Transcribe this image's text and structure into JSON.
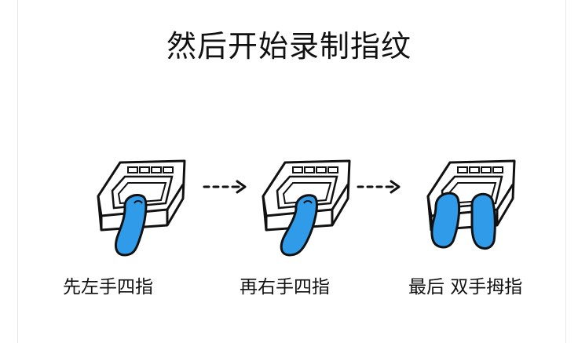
{
  "title": "然后开始录制指纹",
  "steps": [
    {
      "caption": "先左手四指",
      "fingers": 1
    },
    {
      "caption": "再右手四指",
      "fingers": 1
    },
    {
      "caption": "最后 双手拇指",
      "fingers": 2
    }
  ],
  "colors": {
    "finger": "#2f9be9",
    "ink": "#111111",
    "background": "#ffffff"
  },
  "icons": [
    "fingerprint-scanner-icon",
    "dashed-arrow-right-icon"
  ]
}
